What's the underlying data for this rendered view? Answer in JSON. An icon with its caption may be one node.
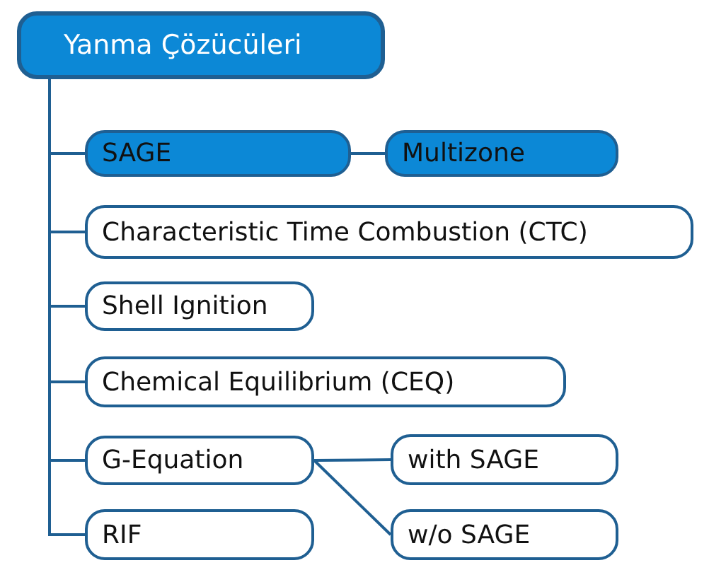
{
  "diagram": {
    "nodes": [
      {
        "text": [
          "Yanma Çözücüleri"
        ]
      },
      {
        "text": [
          "SAGE"
        ]
      },
      {
        "text": [
          "Multizone"
        ]
      },
      {
        "text": [
          "Characteristic Time Combustion (CTC)"
        ]
      },
      {
        "text": [
          "Shell Ignition"
        ]
      },
      {
        "text": [
          "Chemical Equilibrium (CEQ)"
        ]
      },
      {
        "text": [
          "G-Equation"
        ]
      },
      {
        "text": [
          "with SAGE"
        ]
      },
      {
        "text": [
          "w/o SAGE"
        ]
      },
      {
        "text": [
          "RIF"
        ]
      }
    ],
    "edges": [
      {
        "from": 0,
        "to": 1,
        "arrow": "none"
      },
      {
        "from": 1,
        "to": 2,
        "arrow": "none"
      },
      {
        "from": 0,
        "to": 3,
        "arrow": "none"
      },
      {
        "from": 0,
        "to": 4,
        "arrow": "none"
      },
      {
        "from": 0,
        "to": 5,
        "arrow": "none"
      },
      {
        "from": 0,
        "to": 6,
        "arrow": "none"
      },
      {
        "from": 6,
        "to": 7,
        "arrow": "none"
      },
      {
        "from": 6,
        "to": 8,
        "arrow": "none"
      },
      {
        "from": 0,
        "to": 9,
        "arrow": "none"
      }
    ]
  }
}
